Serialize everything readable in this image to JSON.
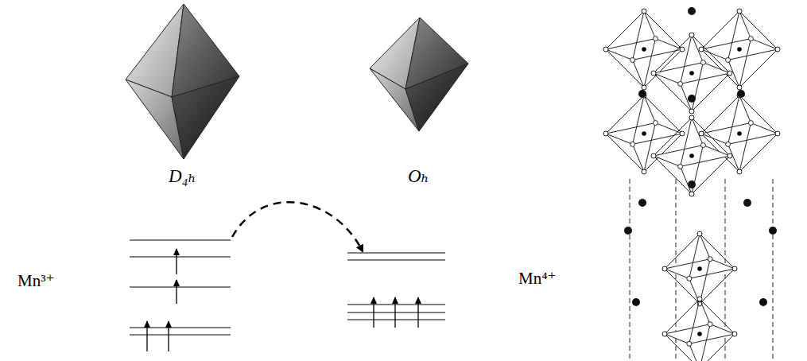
{
  "diagram": {
    "labels": [
      "Mn³⁺",
      "D₄ₕ",
      "Oₕ",
      "Mn⁴⁺"
    ]
  }
}
